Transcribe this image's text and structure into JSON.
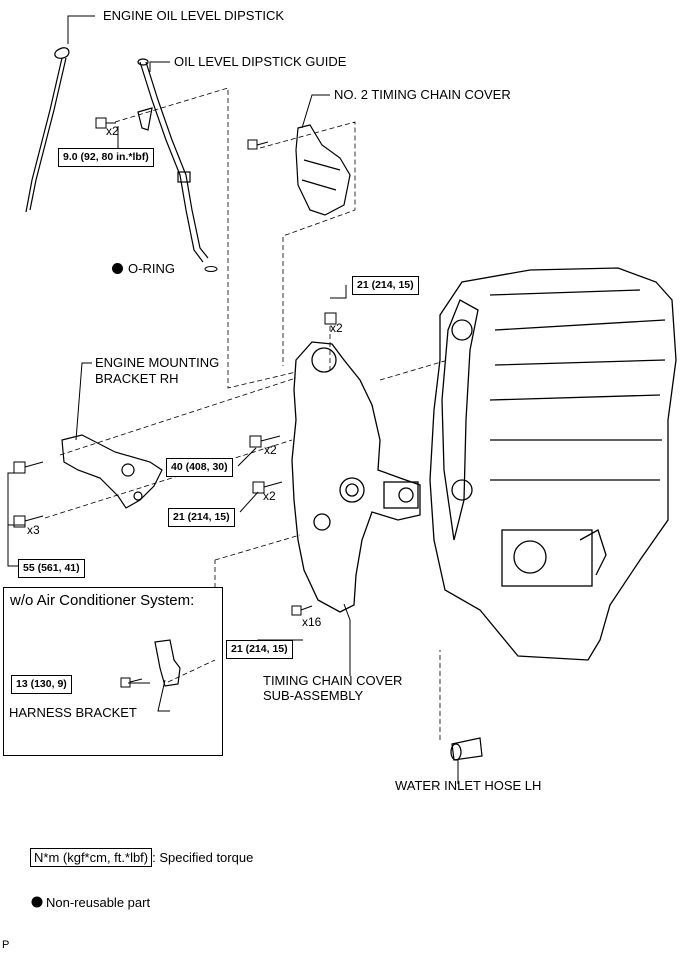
{
  "labels": {
    "dipstick": "ENGINE OIL LEVEL DIPSTICK",
    "dipstick_guide": "OIL LEVEL DIPSTICK GUIDE",
    "timing_cover_no2": "NO. 2 TIMING CHAIN COVER",
    "o_ring": "O-RING",
    "mount_bracket_line1": "ENGINE MOUNTING",
    "mount_bracket_line2": "BRACKET RH",
    "timing_cover_line1": "TIMING CHAIN COVER",
    "timing_cover_line2": "SUB-ASSEMBLY",
    "water_hose": "WATER INLET HOSE LH",
    "harness_bracket": "HARNESS BRACKET",
    "footer_code": "P"
  },
  "inset": {
    "title": "w/o Air Conditioner System:"
  },
  "torques": {
    "t_guide": "9.0 (92, 80 in.*lbf)",
    "t_top_nut": "21 (214, 15)",
    "t_40": "40 (408, 30)",
    "t_21_mid": "21 (214, 15)",
    "t_55": "55 (561, 41)",
    "t_21_low": "21 (214, 15)",
    "t_13": "13 (130,  9)"
  },
  "quantities": {
    "q_guide": "x2",
    "q_top_nut": "x2",
    "q_40": "x2",
    "q_21_mid": "x2",
    "q_mount": "x3",
    "q_x16": "x16"
  },
  "legend": {
    "torque_key": "N*m (kgf*cm, ft.*lbf)",
    "torque_text": ": Specified torque",
    "nonreusable_text": "Non-reusable part"
  }
}
